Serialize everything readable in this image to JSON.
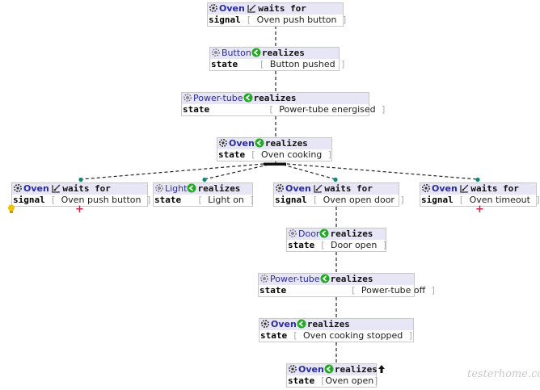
{
  "nodes": {
    "n1": {
      "concept": "Oven",
      "relation": "waits for",
      "key": "signal",
      "value": "Oven push button"
    },
    "n2": {
      "concept": "Button",
      "relation": "realizes",
      "key": "state",
      "value": "Button pushed"
    },
    "n3": {
      "concept": "Power-tube",
      "relation": "realizes",
      "key": "state",
      "value": "Power-tube energised"
    },
    "n4": {
      "concept": "Oven",
      "relation": "realizes",
      "key": "state",
      "value": "Oven cooking"
    },
    "n5": {
      "concept": "Oven",
      "relation": "waits for",
      "key": "signal",
      "value": "Oven push button"
    },
    "n6": {
      "concept": "Light",
      "relation": "realizes",
      "key": "state",
      "value": "Light on"
    },
    "n7": {
      "concept": "Oven",
      "relation": "waits for",
      "key": "signal",
      "value": "Oven open door"
    },
    "n8": {
      "concept": "Oven",
      "relation": "waits for",
      "key": "signal",
      "value": "Oven timeout"
    },
    "n9": {
      "concept": "Door",
      "relation": "realizes",
      "key": "state",
      "value": "Door open"
    },
    "n10": {
      "concept": "Power-tube",
      "relation": "realizes",
      "key": "state",
      "value": "Power-tube off"
    },
    "n11": {
      "concept": "Oven",
      "relation": "realizes",
      "key": "state",
      "value": "Oven cooking stopped"
    },
    "n12": {
      "concept": "Oven",
      "relation": "realizes",
      "key": "state",
      "value": "Oven open"
    }
  },
  "brackets": {
    "open": "[",
    "close": "]"
  },
  "watermark": "testerhome.com",
  "colors": {
    "header": "#e6e6f6",
    "concept": "#2a2aa0",
    "realize_icon": "#22aa22",
    "link": "#222222",
    "fork_dot": "#118877",
    "plus": "#cc2244"
  },
  "icons": {
    "wait": "waits-for-icon",
    "realize": "realizes-icon",
    "concept_bold": "gear-icon",
    "concept_light": "dashed-gear-icon"
  }
}
